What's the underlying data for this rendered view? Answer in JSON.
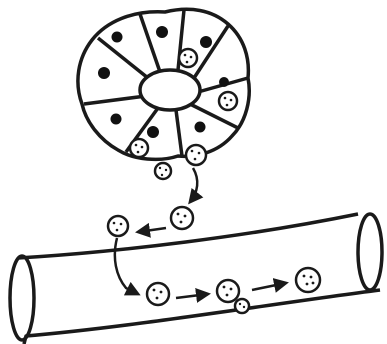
{
  "figure": {
    "colors": {
      "paper": "#ffffff",
      "ink": "#1a1a1a",
      "nucleus": "#111111"
    },
    "parts": [
      "acinus-cluster",
      "acinus-lumen",
      "secretory-cell",
      "secretory-granule",
      "released-vesicle",
      "duct-tube",
      "transport-arrow"
    ]
  }
}
